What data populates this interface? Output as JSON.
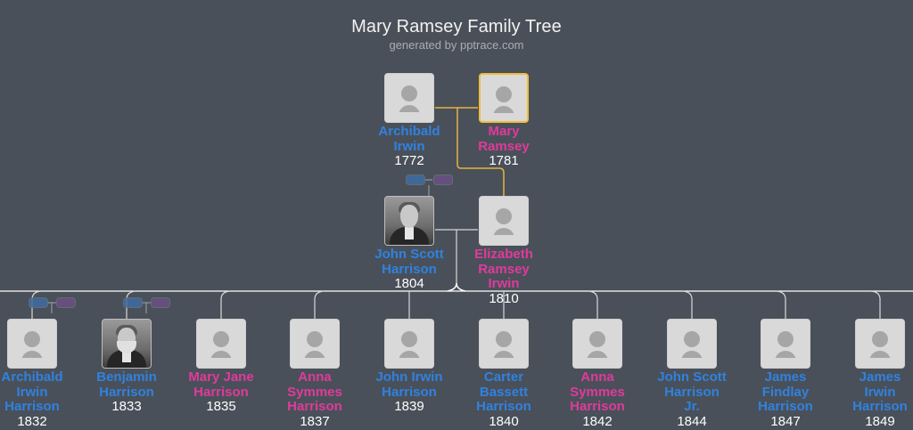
{
  "header": {
    "title": "Mary Ramsey Family Tree",
    "subtitle": "generated by pptrace.com"
  },
  "colors": {
    "background": "#4a5059",
    "male": "#2f82e0",
    "female": "#e03a9c",
    "selected_border": "#f0bd3a",
    "selected_line": "#e3b440",
    "line": "#d8d8d8"
  },
  "grandparents": [
    {
      "first": "Archibald",
      "middle": "Irwin",
      "last": "",
      "year": "1772",
      "gender": "male",
      "selected": false
    },
    {
      "first": "Mary",
      "middle": "Ramsey",
      "last": "",
      "year": "1781",
      "gender": "female",
      "selected": true
    }
  ],
  "parents": [
    {
      "first": "John Scott",
      "middle": "Harrison",
      "last": "",
      "year": "1804",
      "gender": "male",
      "photo": true
    },
    {
      "first": "Elizabeth",
      "middle": "Ramsey",
      "last": "Irwin",
      "year": "1810",
      "gender": "female",
      "photo": false
    }
  ],
  "children": [
    {
      "l1": "Archibald",
      "l2": "Irwin",
      "l3": "Harrison",
      "year": "1832",
      "gender": "male",
      "photo": false,
      "has_spouse_pills": true
    },
    {
      "l1": "Benjamin",
      "l2": "Harrison",
      "l3": "",
      "year": "1833",
      "gender": "male",
      "photo": true,
      "has_spouse_pills": true
    },
    {
      "l1": "Mary Jane",
      "l2": "Harrison",
      "l3": "",
      "year": "1835",
      "gender": "female",
      "photo": false
    },
    {
      "l1": "Anna",
      "l2": "Symmes",
      "l3": "Harrison",
      "year": "1837",
      "gender": "female",
      "photo": false
    },
    {
      "l1": "John Irwin",
      "l2": "Harrison",
      "l3": "",
      "year": "1839",
      "gender": "male",
      "photo": false
    },
    {
      "l1": "Carter",
      "l2": "Bassett",
      "l3": "Harrison",
      "year": "1840",
      "gender": "male",
      "photo": false
    },
    {
      "l1": "Anna",
      "l2": "Symmes",
      "l3": "Harrison",
      "year": "1842",
      "gender": "female",
      "photo": false
    },
    {
      "l1": "John Scott",
      "l2": "Harrison",
      "l3": "Jr.",
      "year": "1844",
      "gender": "male",
      "photo": false
    },
    {
      "l1": "James",
      "l2": "Findlay",
      "l3": "Harrison",
      "year": "1847",
      "gender": "male",
      "photo": false
    },
    {
      "l1": "James",
      "l2": "Irwin",
      "l3": "Harrison",
      "year": "1849",
      "gender": "male",
      "photo": false
    }
  ]
}
